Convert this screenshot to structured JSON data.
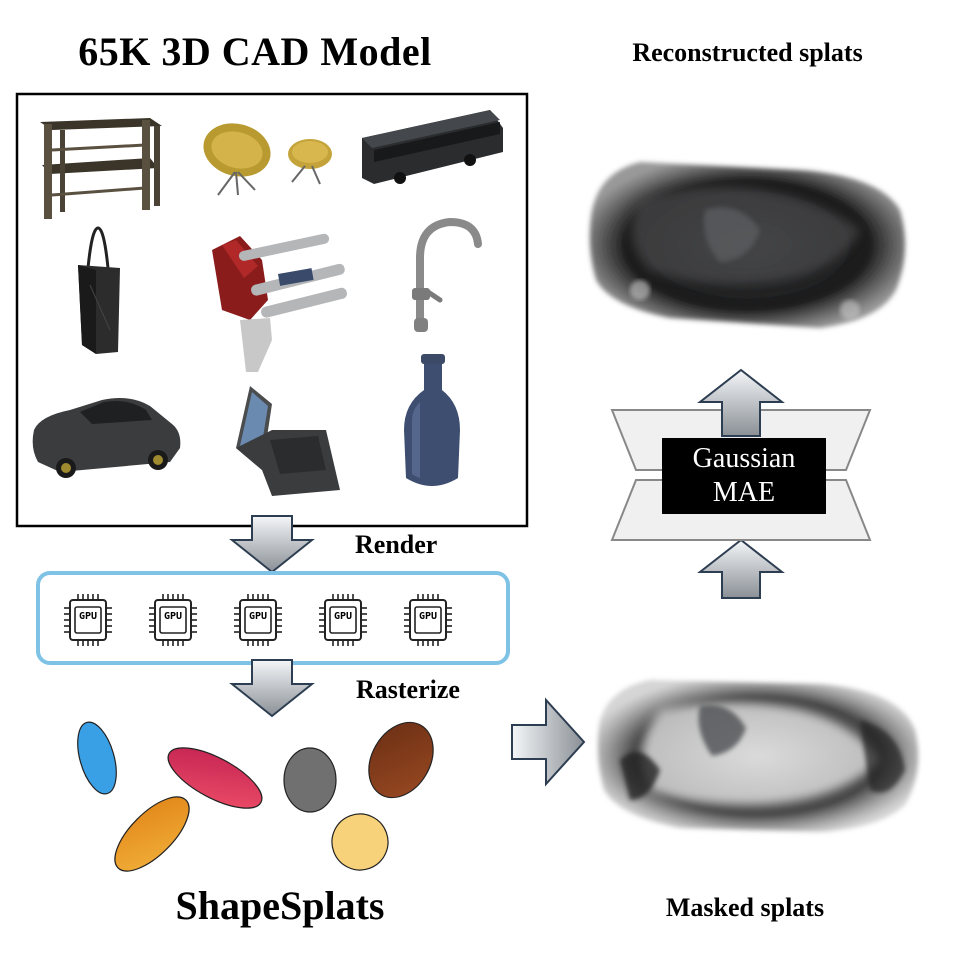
{
  "left_panel": {
    "title": "65K 3D CAD Model",
    "objects": [
      "bunk-bed",
      "chairs",
      "bus",
      "bag",
      "machine",
      "faucet",
      "car",
      "laptop",
      "bottle"
    ]
  },
  "pipeline": {
    "render_label": "Render",
    "gpu_chip_label": "GPU",
    "gpu_count": 5,
    "rasterize_label": "Rasterize",
    "dataset_name": "ShapeSplats"
  },
  "right_panel": {
    "reconstructed_title": "Reconstructed splats",
    "model_label_line1": "Gaussian",
    "model_label_line2": "MAE",
    "masked_title": "Masked splats"
  },
  "colors": {
    "gpu_box_border": "#7ec2e6",
    "arrow_fill_light": "#f2f4f6",
    "arrow_fill_dark": "#8f9499",
    "arrow_stroke": "#3a4a5a",
    "splat_blue": "#3aa0e6",
    "splat_pink": "#d8305a",
    "splat_gray": "#707070",
    "splat_brown": "#7a3a1c",
    "splat_orange": "#f0a030",
    "splat_yellow": "#f8d27a"
  }
}
